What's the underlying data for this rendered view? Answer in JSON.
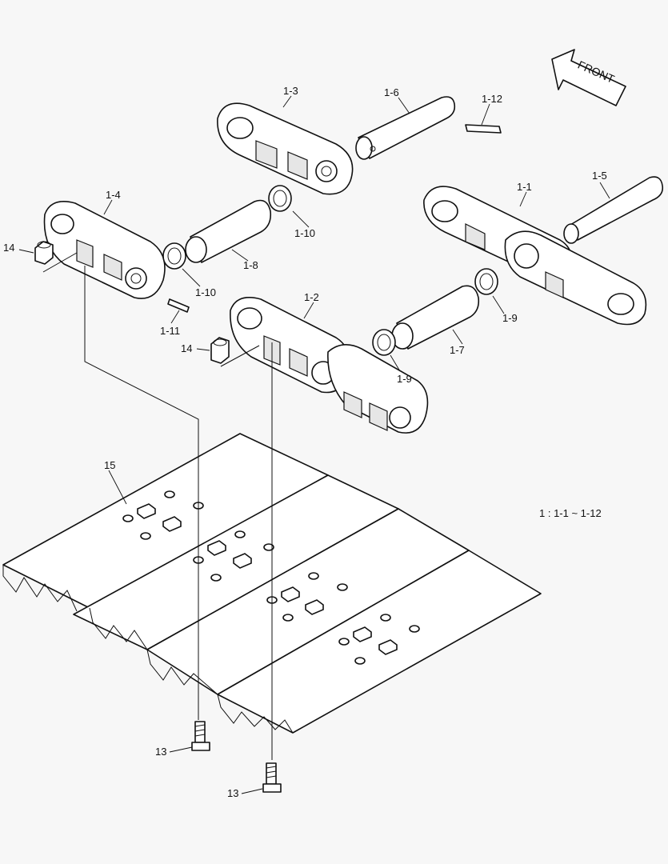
{
  "front_label": "FRONT",
  "note": "1 : 1-1 ~ 1-12",
  "labels": {
    "l1_1": "1-1",
    "l1_2": "1-2",
    "l1_3": "1-3",
    "l1_4": "1-4",
    "l1_5": "1-5",
    "l1_6": "1-6",
    "l1_7": "1-7",
    "l1_8": "1-8",
    "l1_9a": "1-9",
    "l1_9b": "1-9",
    "l1_10a": "1-10",
    "l1_10b": "1-10",
    "l1_11": "1-11",
    "l1_12": "1-12",
    "l13a": "13",
    "l13b": "13",
    "l14a": "14",
    "l14b": "14",
    "l15": "15"
  }
}
